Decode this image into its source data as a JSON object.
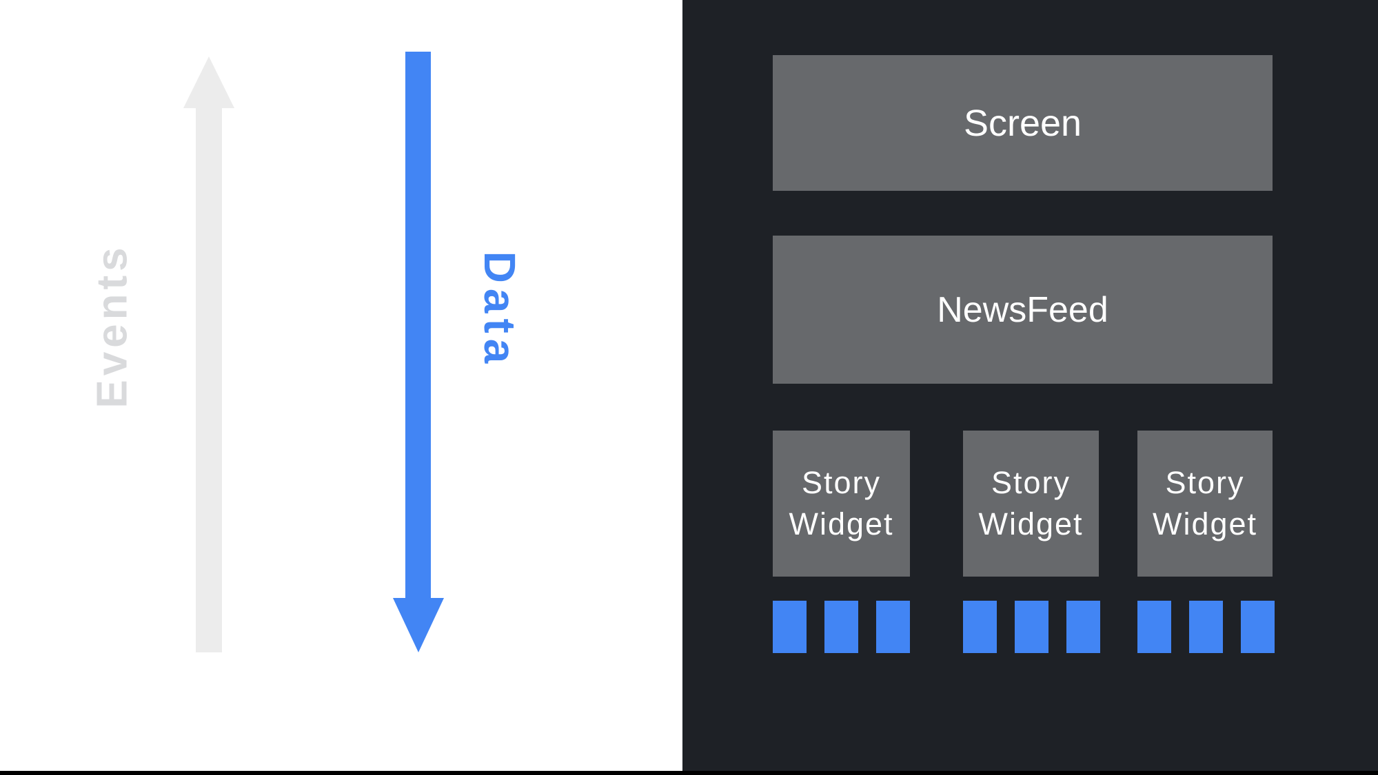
{
  "diagram": {
    "left": {
      "events_label": "Events",
      "data_label": "Data"
    },
    "widget_tree": {
      "screen_label": "Screen",
      "newsfeed_label": "NewsFeed",
      "story_widgets": [
        {
          "line1": "Story",
          "line2": "Widget"
        },
        {
          "line1": "Story",
          "line2": "Widget"
        },
        {
          "line1": "Story",
          "line2": "Widget"
        }
      ],
      "data_blocks_per_widget": 3
    }
  },
  "colors": {
    "background_left": "#ffffff",
    "background_right": "#1e2126",
    "box_gray": "#67696c",
    "box_text": "#ffffff",
    "accent_blue": "#4285f4",
    "arrow_gray": "#ececec",
    "events_text_gray": "#d9dadc",
    "bottom_bar": "#000000"
  }
}
